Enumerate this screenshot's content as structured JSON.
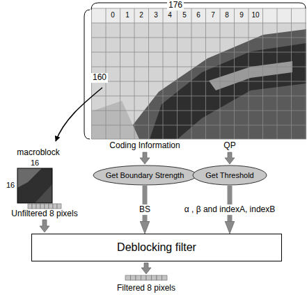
{
  "diagram": {
    "nodes": [
      {
        "text": [
          "Get Boundary Strength"
        ]
      },
      {
        "text": [
          "Get Threshold"
        ]
      },
      {
        "text": [
          "Deblocking filter"
        ]
      }
    ],
    "edges": [
      {
        "from": 0,
        "to": 2,
        "arrow": "to",
        "label": "BS"
      },
      {
        "from": 1,
        "to": 2,
        "arrow": "to",
        "label": "α , β and indexA, indexB"
      }
    ],
    "labels": [
      "176",
      "0",
      "1",
      "2",
      "3",
      "4",
      "5",
      "6",
      "7",
      "8",
      "9",
      "10",
      "160",
      "macroblock",
      "16",
      "16",
      "Unfiltered 8 pixels",
      "Coding Information",
      "QP",
      "Filtered 8 pixels"
    ]
  }
}
